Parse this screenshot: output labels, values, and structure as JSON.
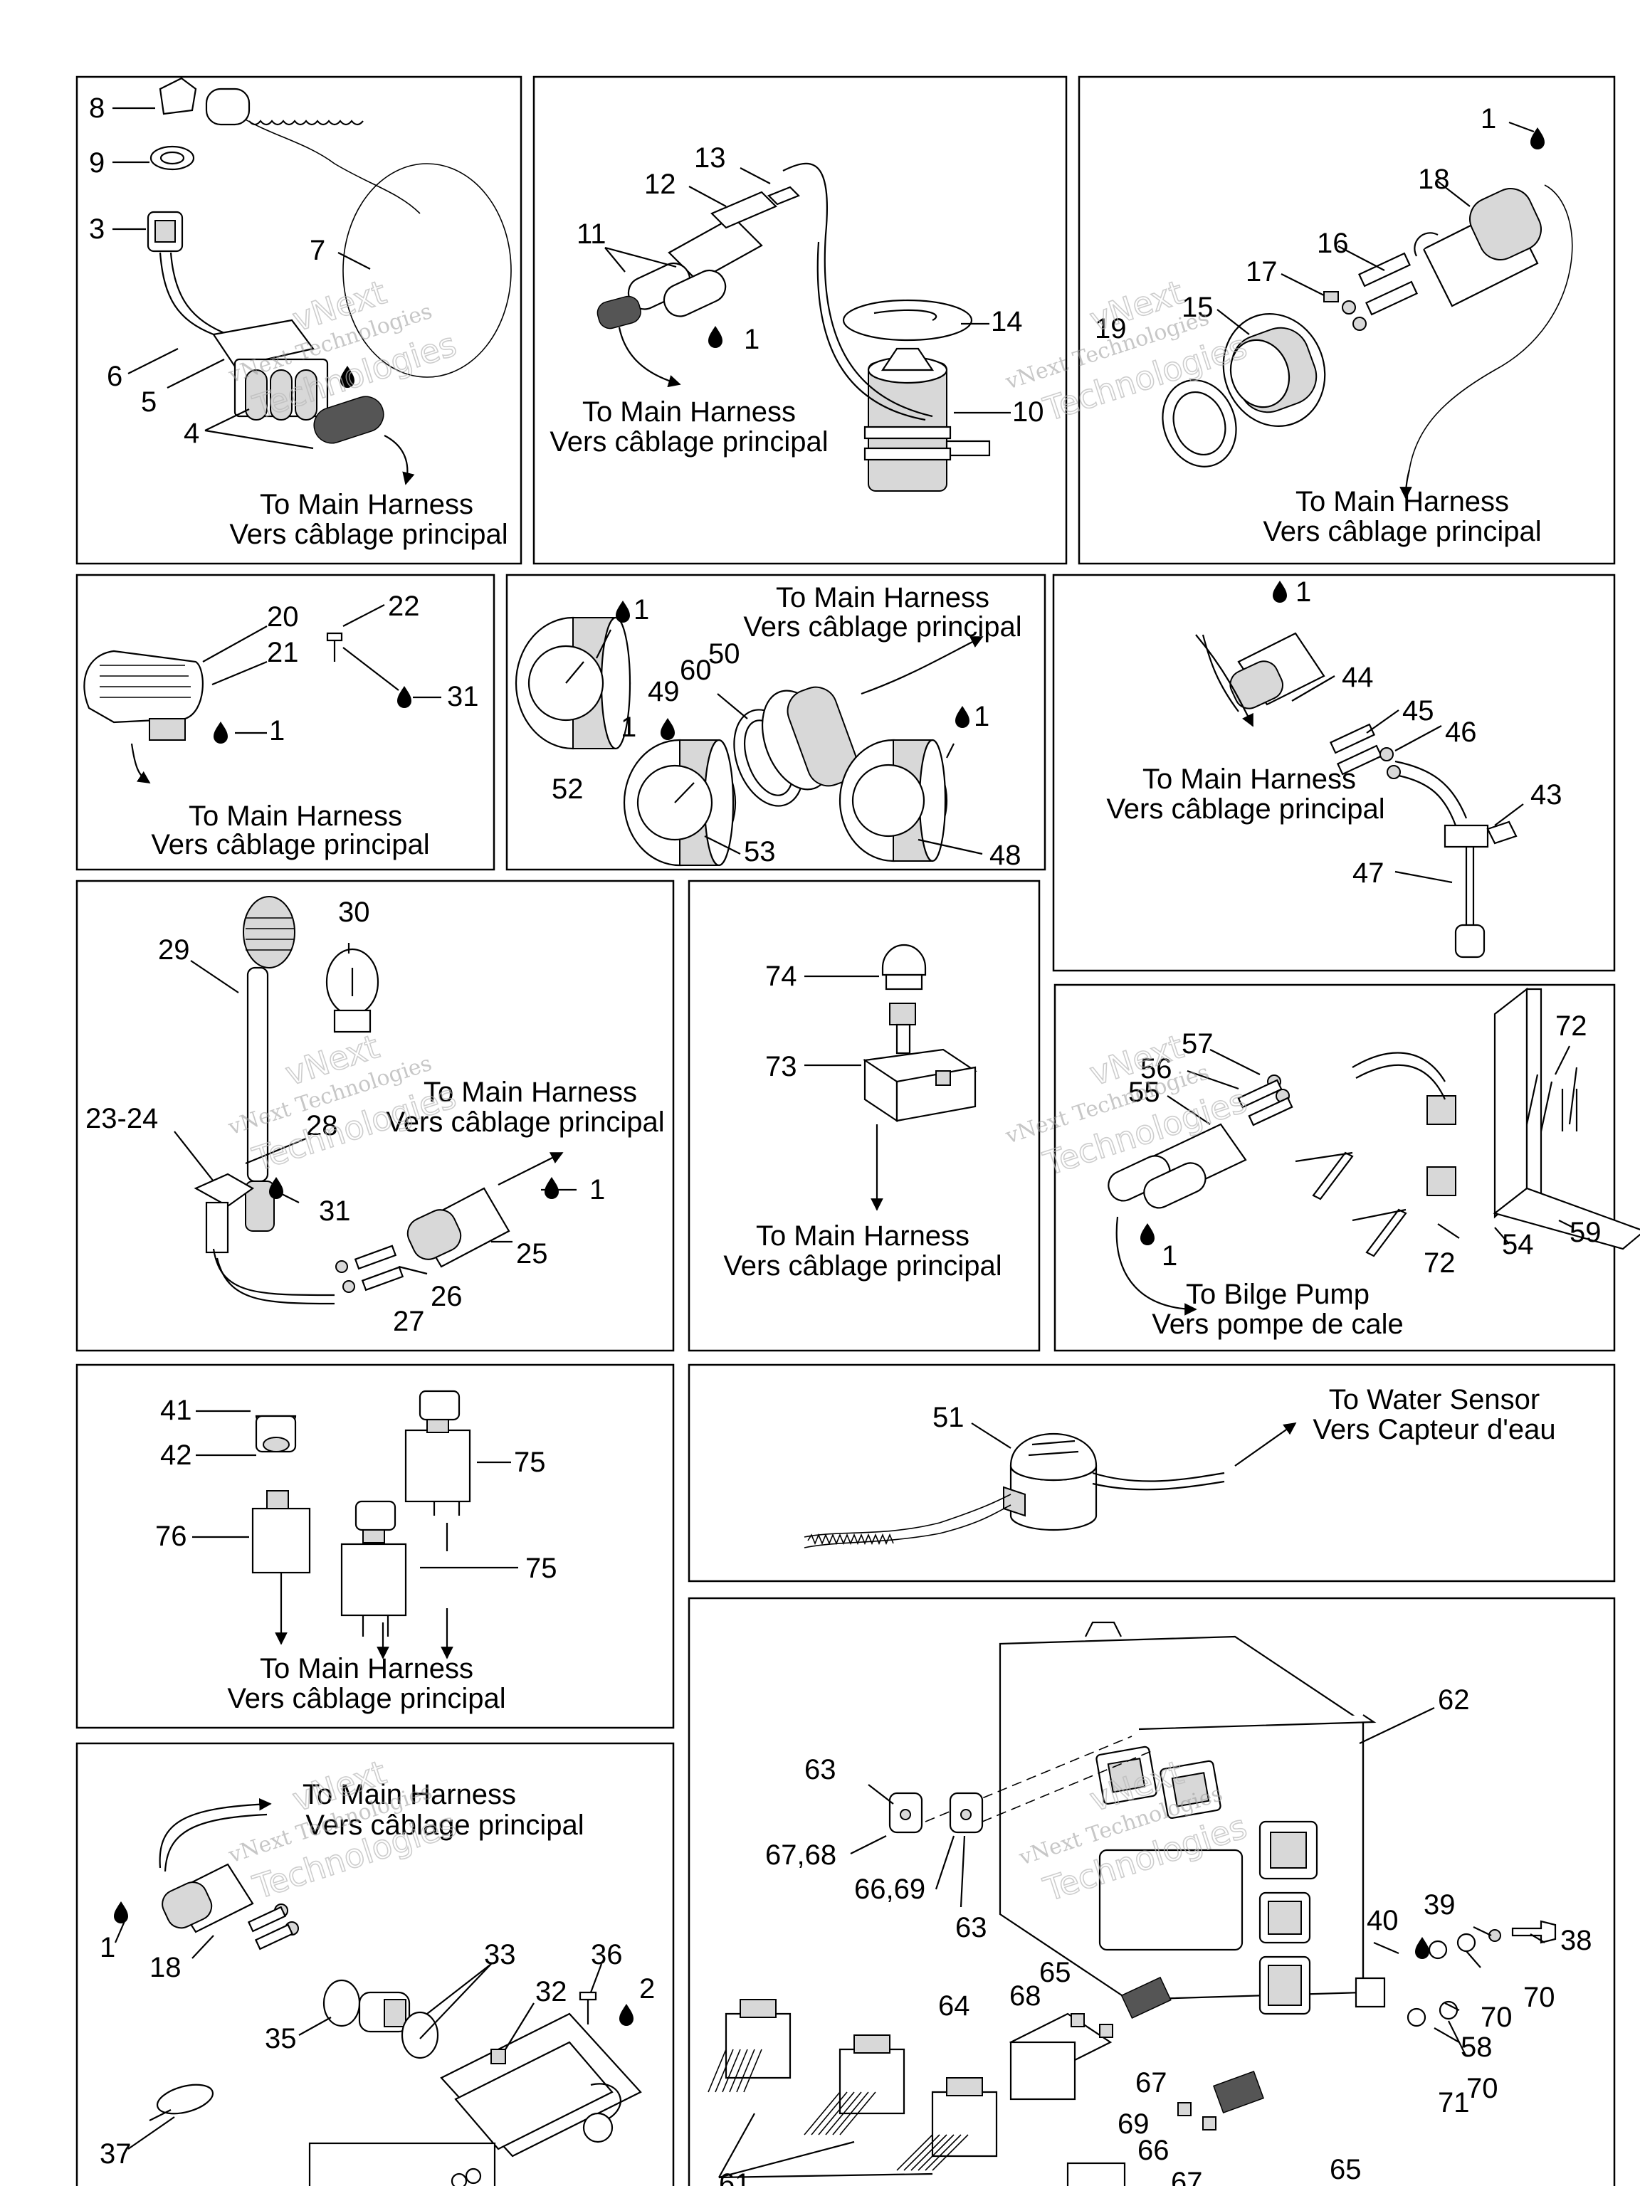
{
  "watermark": {
    "line1": "vNext",
    "line2": "vNext Technologies",
    "line3": "Technologies"
  },
  "destinations": {
    "harness_en": "To Main Harness",
    "harness_fr": "Vers câblage principal",
    "bilge_en": "To Bilge Pump",
    "bilge_fr": "Vers pompe de cale",
    "water_en": "To Water Sensor",
    "water_fr": "Vers Capteur d'eau"
  },
  "callouts": {
    "c8": "8",
    "c9": "9",
    "c3": "3",
    "c7": "7",
    "c6": "6",
    "c5": "5",
    "c4": "4",
    "c13": "13",
    "c12": "12",
    "c11": "11",
    "c1a": "1",
    "c14": "14",
    "c10": "10",
    "c1b": "1",
    "c18a": "18",
    "c16": "16",
    "c17": "17",
    "c15": "15",
    "c19": "19",
    "c20": "20",
    "c21": "21",
    "c22": "22",
    "c31a": "31",
    "c1c": "1",
    "c1d": "1",
    "c50": "50",
    "c60": "60",
    "c49": "49",
    "c1e": "1",
    "c1f": "1",
    "c52": "52",
    "c53": "53",
    "c48": "48",
    "c1g": "1",
    "c44": "44",
    "c45": "45",
    "c46": "46",
    "c43": "43",
    "c47": "47",
    "c29": "29",
    "c30": "30",
    "c2324": "23-24",
    "c28": "28",
    "c31b": "31",
    "c1h": "1",
    "c25": "25",
    "c26": "26",
    "c27": "27",
    "c74": "74",
    "c73": "73",
    "c57": "57",
    "c56": "56",
    "c55": "55",
    "c72a": "72",
    "c72b": "72",
    "c54": "54",
    "c59": "59",
    "c1i": "1",
    "c41": "41",
    "c42": "42",
    "c75a": "75",
    "c76": "76",
    "c75b": "75",
    "c51": "51",
    "c62": "62",
    "c63a": "63",
    "c6768": "67,68",
    "c6669": "66,69",
    "c63b": "63",
    "c39": "39",
    "c38": "38",
    "c40": "40",
    "c70a": "70",
    "c70b": "70",
    "c70c": "70",
    "c58": "58",
    "c71": "71",
    "c65a": "65",
    "c68": "68",
    "c64": "64",
    "c67a": "67",
    "c69": "69",
    "c66": "66",
    "c67b": "67",
    "c65b": "65",
    "c61": "61",
    "c1j": "1",
    "c18b": "18",
    "c33": "33",
    "c36": "36",
    "c2": "2",
    "c32": "32",
    "c35": "35",
    "c37": "37"
  }
}
